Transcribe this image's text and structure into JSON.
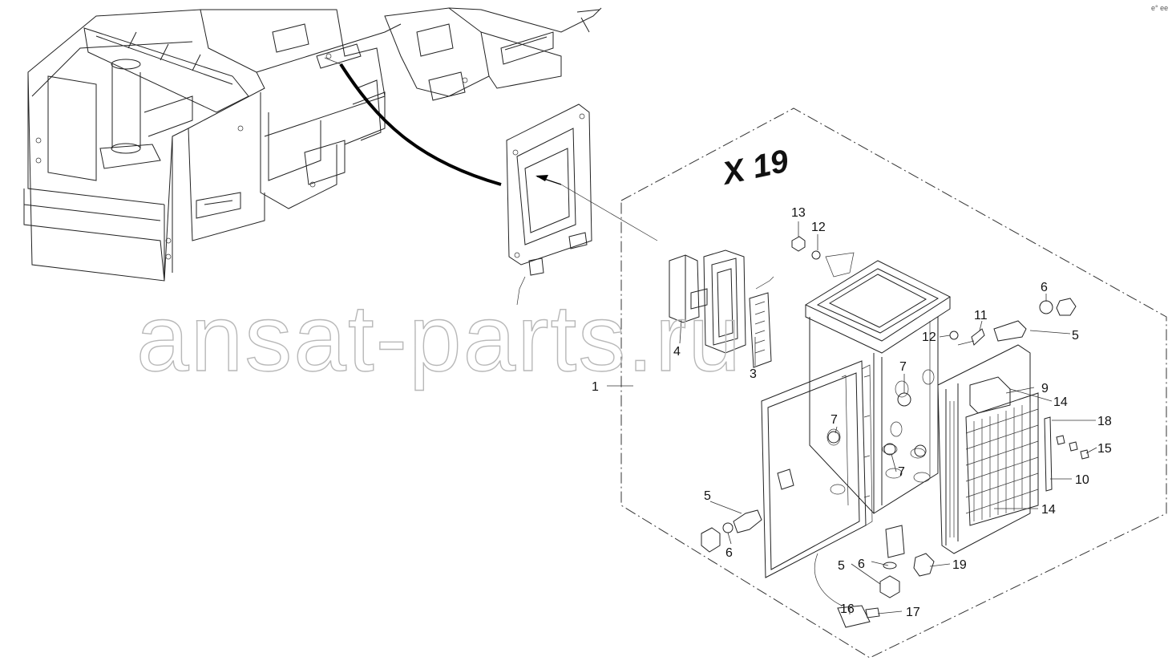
{
  "view_label": "X 19",
  "watermark": "ansat-parts.ru",
  "corner_mark": "e° ee",
  "callouts": [
    {
      "id": "c13",
      "label": "13"
    },
    {
      "id": "c12a",
      "label": "12"
    },
    {
      "id": "c6a",
      "label": "6"
    },
    {
      "id": "c11",
      "label": "11"
    },
    {
      "id": "c12b",
      "label": "12"
    },
    {
      "id": "c5a",
      "label": "5"
    },
    {
      "id": "c4",
      "label": "4"
    },
    {
      "id": "c3",
      "label": "3"
    },
    {
      "id": "c7a",
      "label": "7"
    },
    {
      "id": "c9",
      "label": "9"
    },
    {
      "id": "c14a",
      "label": "14"
    },
    {
      "id": "c1",
      "label": "1"
    },
    {
      "id": "c7b",
      "label": "7"
    },
    {
      "id": "c18",
      "label": "18"
    },
    {
      "id": "c15",
      "label": "15"
    },
    {
      "id": "c7c",
      "label": "7"
    },
    {
      "id": "c10",
      "label": "10"
    },
    {
      "id": "c5b",
      "label": "5"
    },
    {
      "id": "c14b",
      "label": "14"
    },
    {
      "id": "c6b",
      "label": "6"
    },
    {
      "id": "c5c",
      "label": "5"
    },
    {
      "id": "c6c",
      "label": "6"
    },
    {
      "id": "c19",
      "label": "19"
    },
    {
      "id": "c16",
      "label": "16"
    },
    {
      "id": "c17",
      "label": "17"
    }
  ]
}
